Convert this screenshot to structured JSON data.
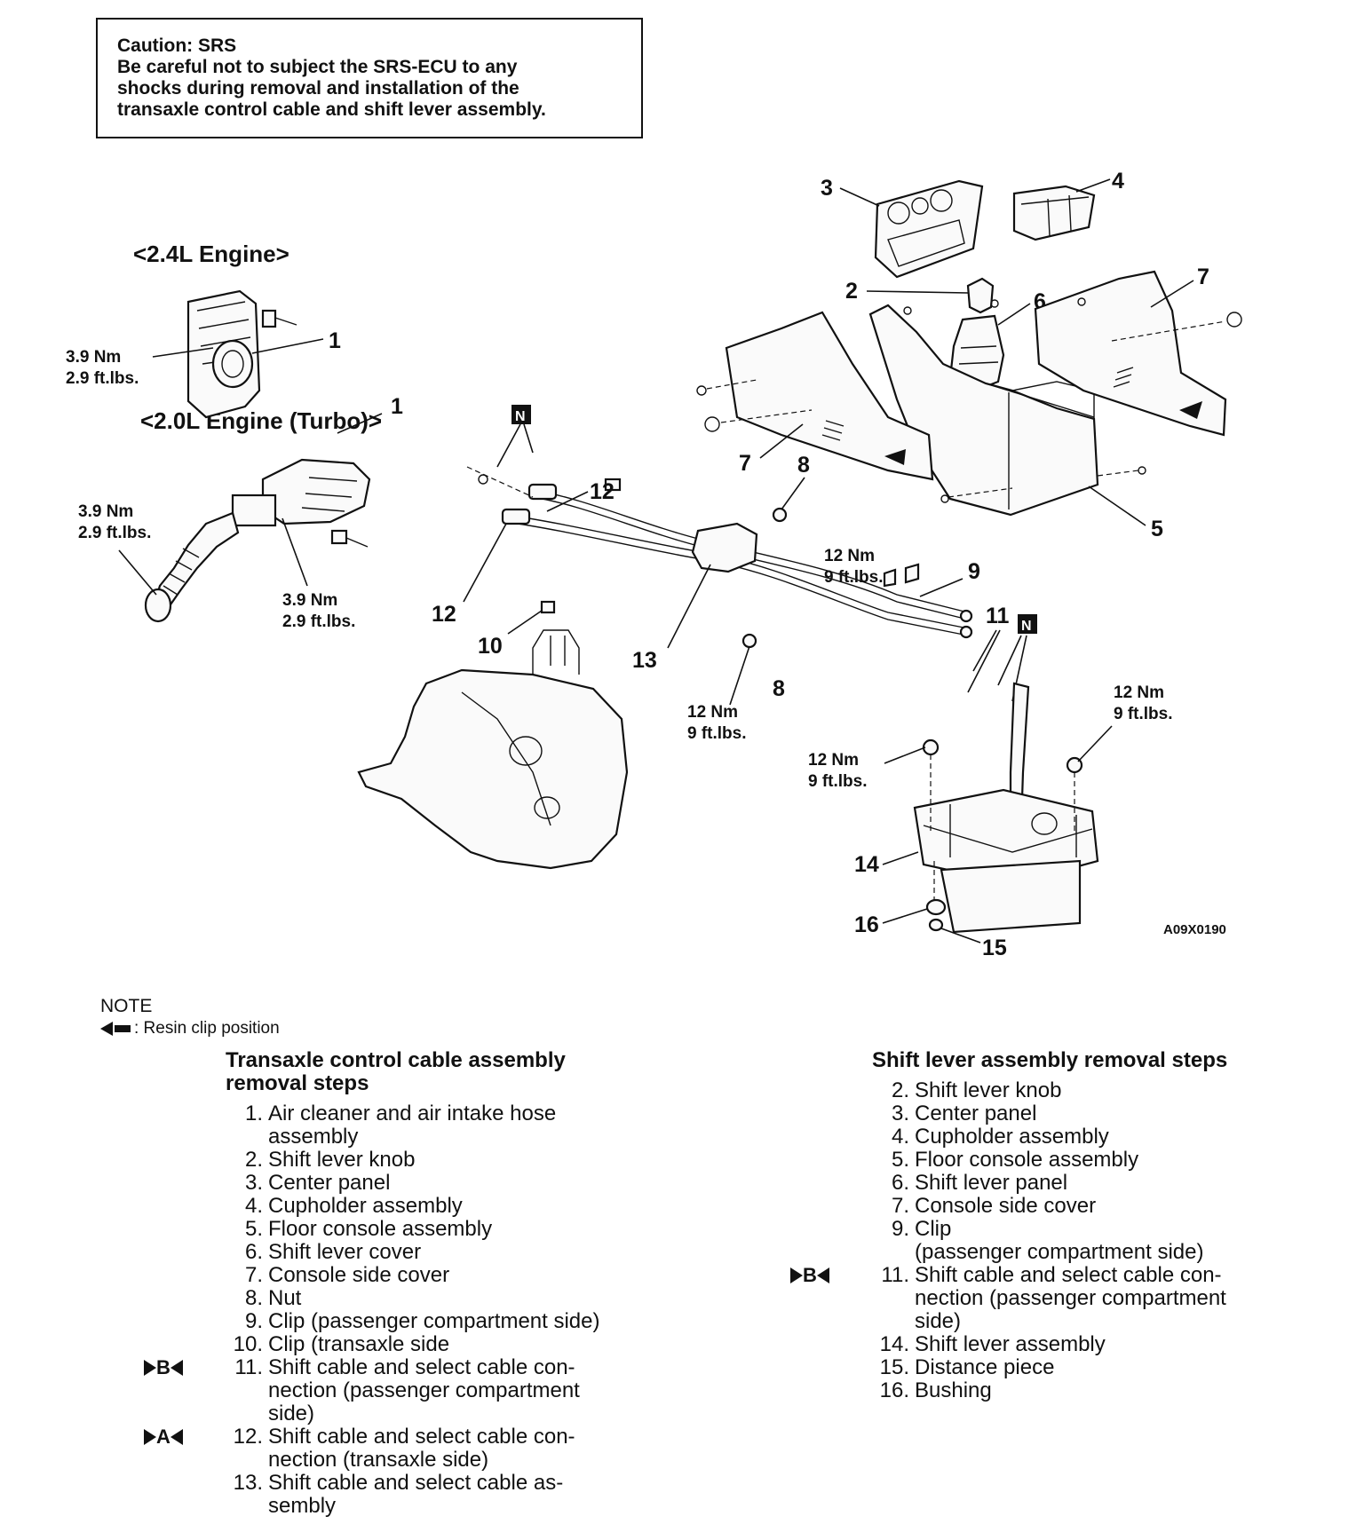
{
  "caution": {
    "title": "Caution: SRS",
    "lines": [
      "Be careful not to subject the SRS-ECU to any",
      "shocks during removal and installation of the",
      "transaxle control cable and shift lever assembly."
    ]
  },
  "diagram": {
    "engine_24": "<2.4L Engine>",
    "engine_20": "<2.0L Engine (Turbo)>",
    "torque_nm_39": "3.9 Nm",
    "torque_ft_29": "2.9 ft.lbs.",
    "torque_nm_12": "12 Nm",
    "torque_ft_9": "9 ft.lbs.",
    "n_marker": "N",
    "code": "A09X0190",
    "callouts": [
      "1",
      "2",
      "3",
      "4",
      "5",
      "6",
      "7",
      "8",
      "9",
      "10",
      "11",
      "12",
      "13",
      "14",
      "15",
      "16"
    ]
  },
  "note": {
    "title": "NOTE",
    "legend": ": Resin clip position"
  },
  "transaxle": {
    "heading_line1": "Transaxle control cable assembly",
    "heading_line2": "removal steps",
    "steps": [
      {
        "n": "1.",
        "lines": [
          "Air cleaner and air intake hose",
          "assembly"
        ]
      },
      {
        "n": "2.",
        "lines": [
          "Shift lever knob"
        ]
      },
      {
        "n": "3.",
        "lines": [
          "Center panel"
        ]
      },
      {
        "n": "4.",
        "lines": [
          "Cupholder assembly"
        ]
      },
      {
        "n": "5.",
        "lines": [
          "Floor console assembly"
        ]
      },
      {
        "n": "6.",
        "lines": [
          "Shift lever cover"
        ]
      },
      {
        "n": "7.",
        "lines": [
          "Console side cover"
        ]
      },
      {
        "n": "8.",
        "lines": [
          "Nut"
        ]
      },
      {
        "n": "9.",
        "lines": [
          "Clip (passenger compartment side)"
        ]
      },
      {
        "n": "10.",
        "lines": [
          "Clip (transaxle side"
        ]
      },
      {
        "n": "11.",
        "mark": "B",
        "lines": [
          "Shift cable and select cable con-",
          "nection (passenger compartment",
          "side)"
        ]
      },
      {
        "n": "12.",
        "mark": "A",
        "lines": [
          "Shift cable and select cable con-",
          "nection (transaxle side)"
        ]
      },
      {
        "n": "13.",
        "lines": [
          "Shift cable and select cable as-",
          "sembly"
        ]
      }
    ]
  },
  "shiftlever": {
    "heading": "Shift lever assembly removal steps",
    "steps": [
      {
        "n": "2.",
        "lines": [
          "Shift lever knob"
        ]
      },
      {
        "n": "3.",
        "lines": [
          "Center panel"
        ]
      },
      {
        "n": "4.",
        "lines": [
          "Cupholder assembly"
        ]
      },
      {
        "n": "5.",
        "lines": [
          "Floor console assembly"
        ]
      },
      {
        "n": "6.",
        "lines": [
          "Shift lever panel"
        ]
      },
      {
        "n": "7.",
        "lines": [
          "Console side cover"
        ]
      },
      {
        "n": "9.",
        "lines": [
          "Clip",
          "(passenger compartment side)"
        ]
      },
      {
        "n": "11.",
        "mark": "B",
        "lines": [
          "Shift cable and select cable con-",
          "nection (passenger compartment",
          "side)"
        ]
      },
      {
        "n": "14.",
        "lines": [
          "Shift lever assembly"
        ]
      },
      {
        "n": "15.",
        "lines": [
          "Distance piece"
        ]
      },
      {
        "n": "16.",
        "lines": [
          "Bushing"
        ]
      }
    ]
  }
}
